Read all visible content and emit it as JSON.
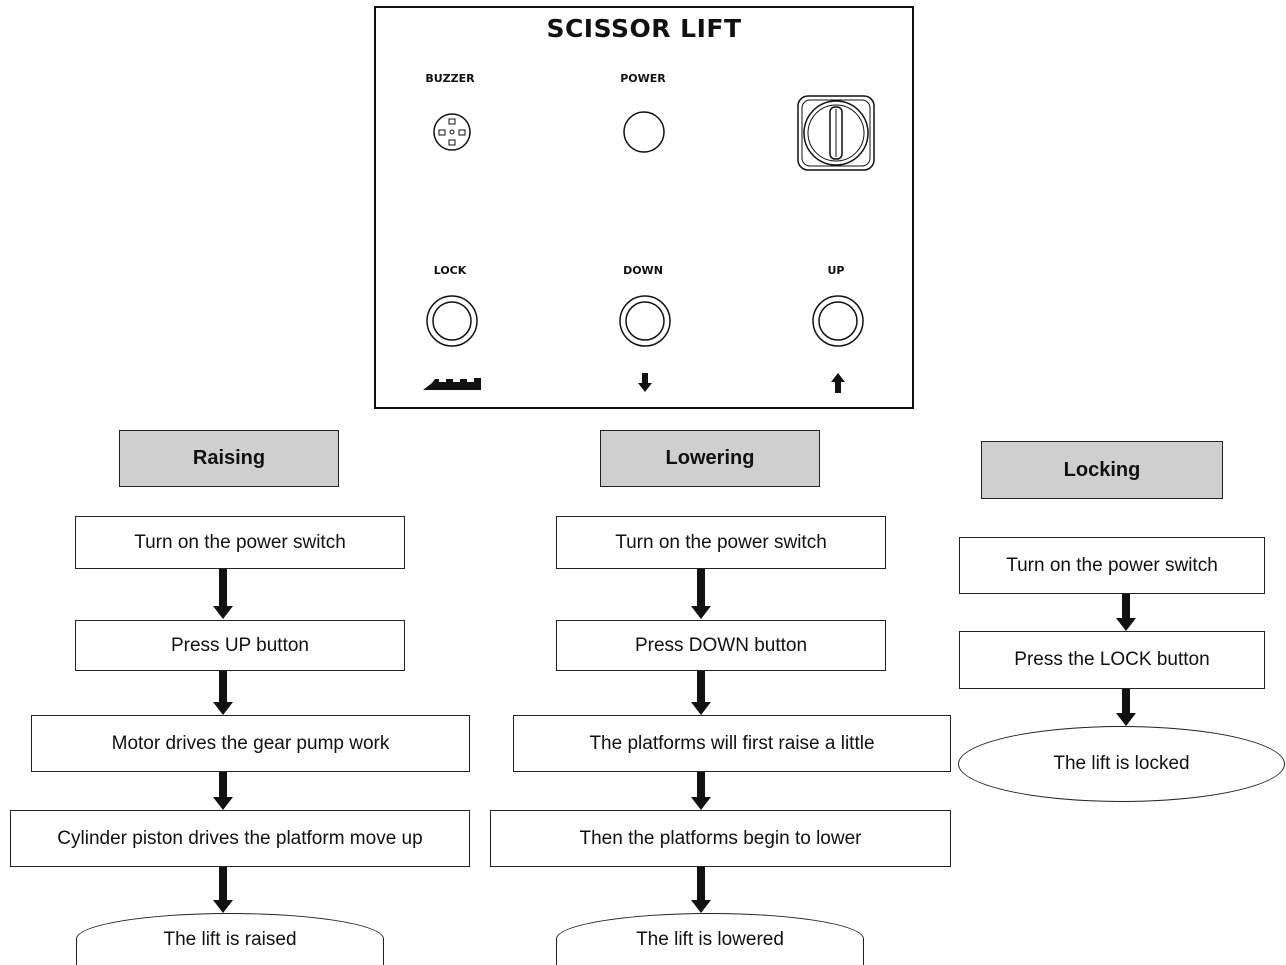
{
  "panel": {
    "title": "SCISSOR LIFT",
    "labels": {
      "buzzer": "BUZZER",
      "power": "POWER",
      "lock": "LOCK",
      "down": "DOWN",
      "up": "UP"
    }
  },
  "flows": {
    "raising": {
      "header": "Raising",
      "steps": [
        "Turn on the power switch",
        "Press UP button",
        "Motor drives the gear pump work",
        "Cylinder piston drives the platform move up"
      ],
      "end": "The lift is raised"
    },
    "lowering": {
      "header": "Lowering",
      "steps": [
        "Turn on the power switch",
        "Press DOWN button",
        "The platforms will first raise a little",
        "Then the platforms begin to lower"
      ],
      "end": "The lift is lowered"
    },
    "locking": {
      "header": "Locking",
      "steps": [
        "Turn on the power switch",
        "Press the LOCK button"
      ],
      "end": "The lift is locked"
    }
  },
  "colors": {
    "header_fill": "#cfcfcf",
    "line": "#111111"
  }
}
